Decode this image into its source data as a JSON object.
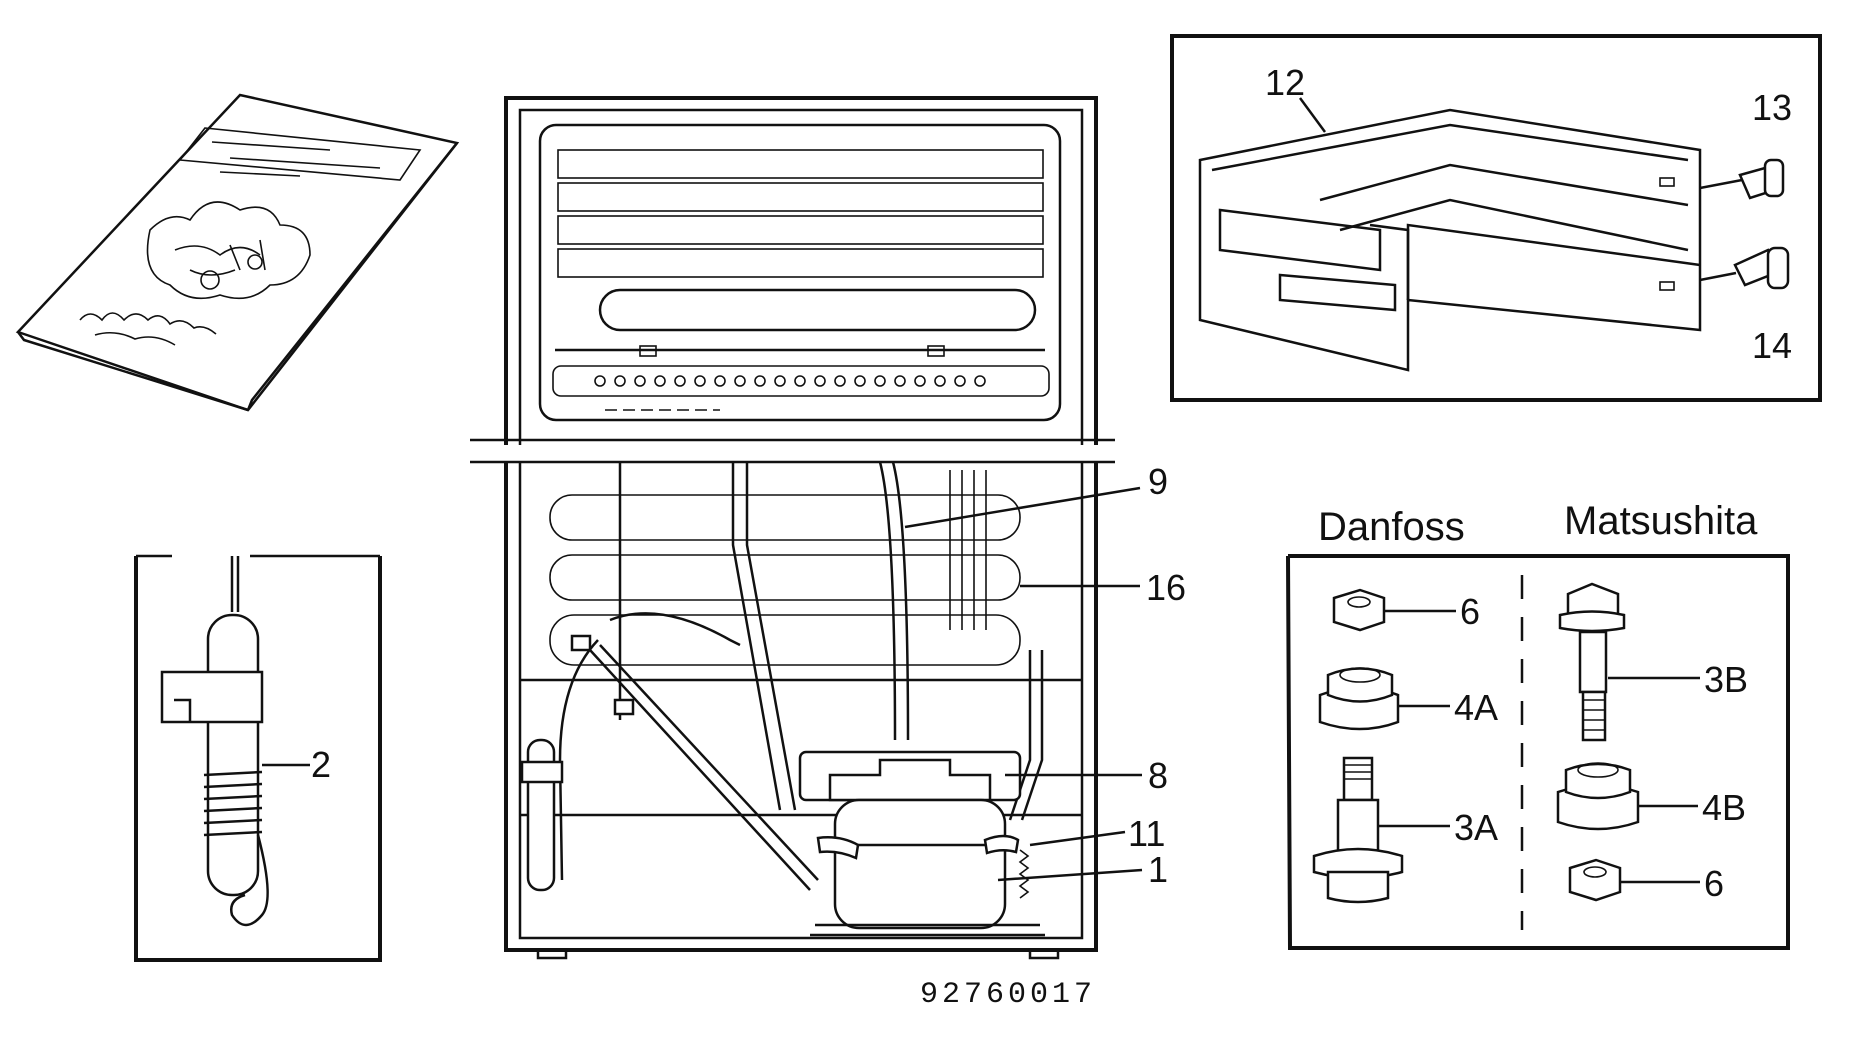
{
  "callouts": {
    "c1": "1",
    "c2": "2",
    "c8": "8",
    "c9": "9",
    "c11": "11",
    "c12": "12",
    "c13": "13",
    "c14": "14",
    "c16": "16",
    "c3a": "3A",
    "c3b": "3B",
    "c4a": "4A",
    "c4b": "4B",
    "c6a": "6",
    "c6b": "6"
  },
  "headers": {
    "danfoss": "Danfoss",
    "matsushita": "Matsushita"
  },
  "figure_code": "92760017"
}
